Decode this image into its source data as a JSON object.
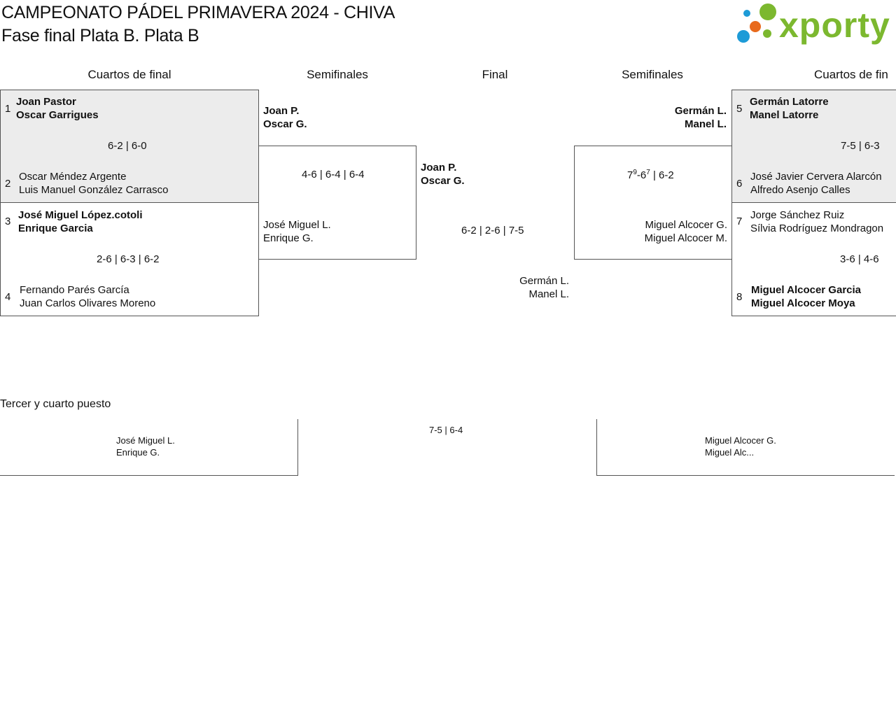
{
  "header": {
    "title": "CAMPEONATO PÁDEL PRIMAVERA 2024 - CHIVA",
    "subtitle": "Fase final Plata B. Plata B",
    "logo_text": "xporty"
  },
  "columns": {
    "left_qf": "Cuartos de final",
    "left_sf": "Semifinales",
    "final": "Final",
    "right_sf": "Semifinales",
    "right_qf": "Cuartos de fin"
  },
  "quarterfinals": [
    {
      "seed_a": "1",
      "a1": "Joan Pastor",
      "a2": "Oscar Garrigues",
      "score": "6-2 | 6-0",
      "seed_b": "2",
      "b1": "Oscar Méndez Argente",
      "b2": "Luis Manuel González Carrasco"
    },
    {
      "seed_a": "3",
      "a1": "José Miguel López.cotoli",
      "a2": "Enrique Garcia",
      "score": "2-6 | 6-3 | 6-2",
      "seed_b": "4",
      "b1": "Fernando Parés García",
      "b2": "Juan Carlos Olivares Moreno"
    },
    {
      "seed_a": "5",
      "a1": "Germán Latorre",
      "a2": "Manel Latorre",
      "score": "7-5 | 6-3",
      "seed_b": "6",
      "b1": "José Javier Cervera Alarcón",
      "b2": "Alfredo Asenjo Calles"
    },
    {
      "seed_a": "7",
      "a1": "Jorge Sánchez Ruiz",
      "a2": "Sílvia Rodríguez Mondragon",
      "score": "3-6 | 4-6",
      "seed_b": "8",
      "b1": "Miguel Alcocer Garcia",
      "b2": "Miguel Alcocer Moya"
    }
  ],
  "semifinals": {
    "left": {
      "top1": "Joan P.",
      "top2": "Oscar G.",
      "score": "4-6 | 6-4 | 6-4",
      "bot1": "José Miguel L.",
      "bot2": "Enrique G."
    },
    "right": {
      "top1": "Germán L.",
      "top2": "Manel L.",
      "score_s1a": "7",
      "score_s1a_tb": "9",
      "score_s1b": "-6",
      "score_s1b_tb": "7",
      "score_rest": " | 6-2",
      "bot1": "Miguel Alcocer G.",
      "bot2": "Miguel Alcocer M."
    }
  },
  "final": {
    "top1": "Joan P.",
    "top2": "Oscar G.",
    "score": "6-2 | 2-6 | 7-5",
    "bot1": "Germán L.",
    "bot2": "Manel L."
  },
  "third_place": {
    "title": "Tercer y cuarto puesto",
    "left1": "José Miguel L.",
    "left2": "Enrique G.",
    "score": "7-5 | 6-4",
    "right1": "Miguel Alcocer G.",
    "right2": "Miguel Alc..."
  },
  "colors": {
    "logo_green": "#7cb82f",
    "logo_blue": "#1d9bd7",
    "logo_orange": "#e86a1c",
    "shade": "#ececec"
  }
}
